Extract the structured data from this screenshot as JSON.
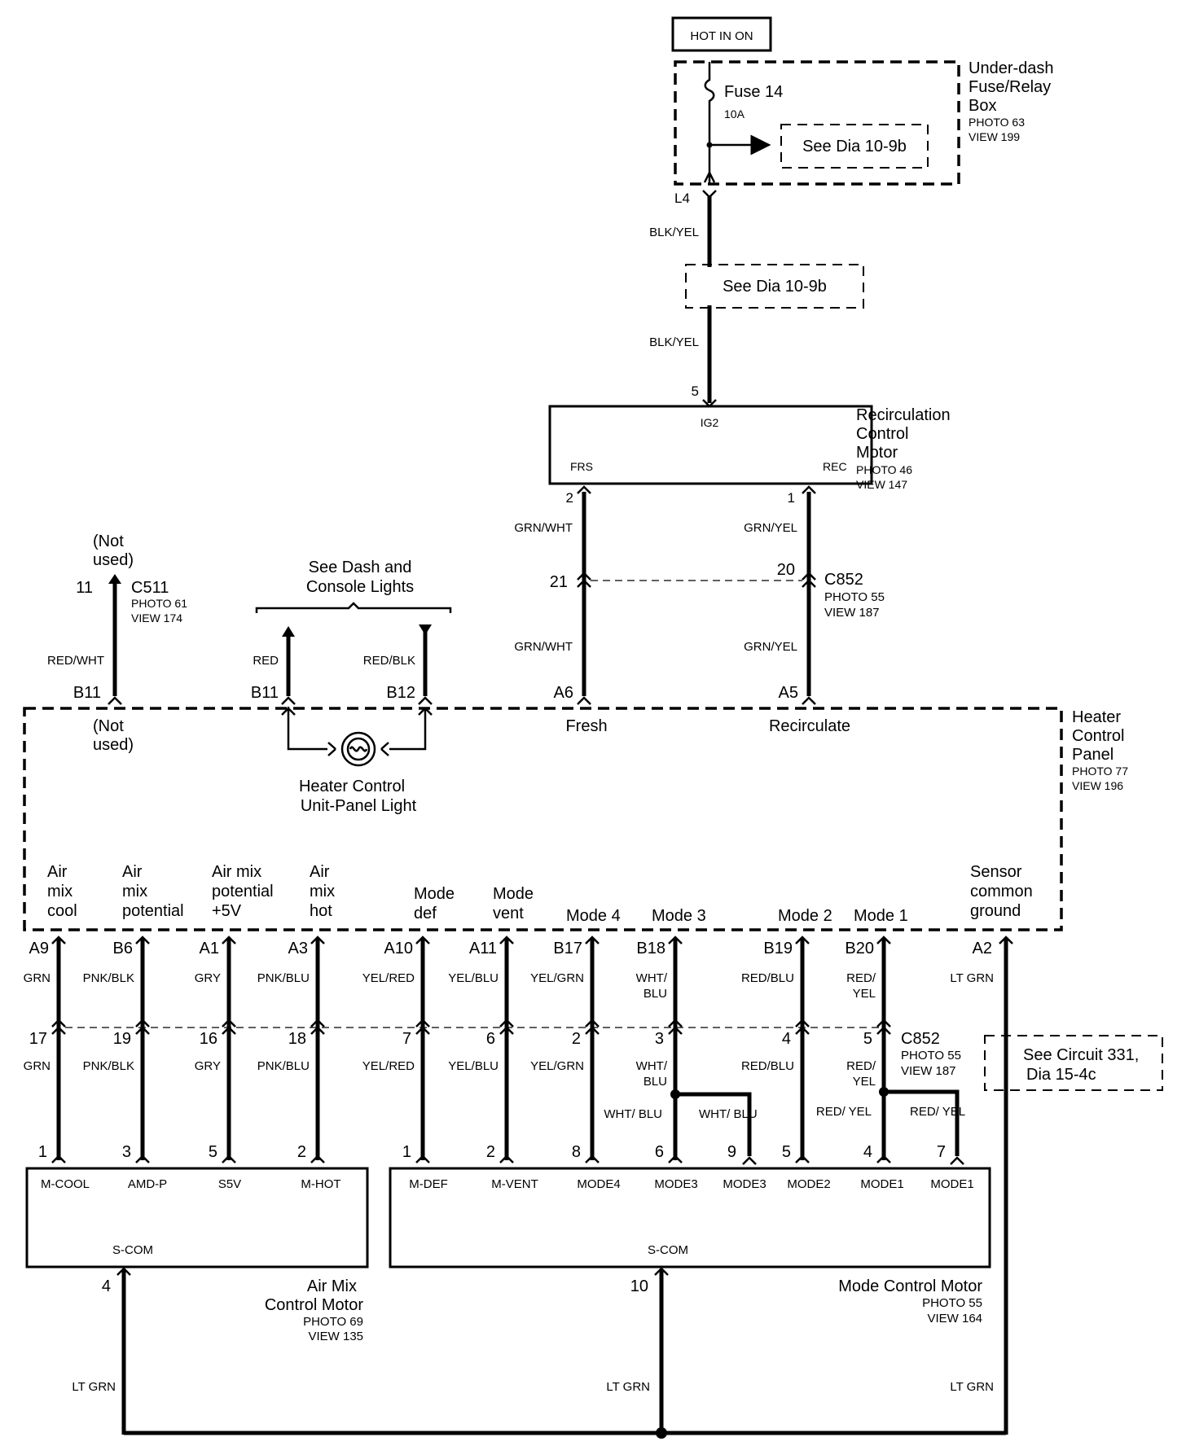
{
  "power": {
    "hot_label": "HOT IN ON"
  },
  "fuse_box": {
    "name_l1": "Under-dash",
    "name_l2": "Fuse/Relay",
    "name_l3": "Box",
    "photo": "PHOTO 63",
    "view": "VIEW 199",
    "fuse": "Fuse 14",
    "rating": "10A",
    "see_ref": "See Dia 10-9b",
    "pin": "L4"
  },
  "feed_wire": {
    "color_top": "BLK/YEL",
    "see_ref": "See Dia 10-9b",
    "color_bottom": "BLK/YEL"
  },
  "recirc_motor": {
    "name_l1": "Recirculation",
    "name_l2": "Control",
    "name_l3": "Motor",
    "photo": "PHOTO 46",
    "view": "VIEW 147",
    "pin_top": "5",
    "term_top": "IG2",
    "term_frs": "FRS",
    "term_rec": "REC",
    "pin_frs": "2",
    "pin_rec": "1"
  },
  "recirc_wires": {
    "left_top": "GRN/WHT",
    "right_top": "GRN/YEL",
    "left_pin": "21",
    "right_pin": "20",
    "connector": "C852",
    "photo": "PHOTO 55",
    "view": "VIEW 187",
    "left_bottom": "GRN/WHT",
    "right_bottom": "GRN/YEL",
    "left_panel_pin": "A6",
    "right_panel_pin": "A5"
  },
  "c511": {
    "not_used_l1": "(Not",
    "not_used_l2": "used)",
    "pin": "11",
    "connector": "C511",
    "photo": "PHOTO 61",
    "view": "VIEW 174",
    "wire": "RED/WHT",
    "panel_pin": "B11"
  },
  "dash_lights": {
    "see_l1": "See Dash and",
    "see_l2": "Console Lights",
    "wire_left": "RED",
    "wire_right": "RED/BLK",
    "pin_left": "B11",
    "pin_right": "B12"
  },
  "heater_panel": {
    "name_l1": "Heater",
    "name_l2": "Control",
    "name_l3": "Panel",
    "photo": "PHOTO 77",
    "view": "VIEW 196",
    "not_used_l1": "(Not",
    "not_used_l2": "used)",
    "fresh": "Fresh",
    "recirculate": "Recirculate",
    "light_l1": "Heater Control",
    "light_l2": "Unit-Panel Light",
    "functions": [
      {
        "lines": [
          "Air",
          "mix",
          "cool"
        ]
      },
      {
        "lines": [
          "Air",
          "mix",
          "potential"
        ]
      },
      {
        "lines": [
          "Air mix",
          "potential",
          "+5V"
        ]
      },
      {
        "lines": [
          "Air",
          "mix",
          "hot"
        ]
      },
      {
        "lines": [
          "Mode",
          "def"
        ]
      },
      {
        "lines": [
          "Mode",
          "vent"
        ]
      },
      {
        "lines": [
          "Mode 4"
        ]
      },
      {
        "lines": [
          "Mode 3"
        ]
      },
      {
        "lines": [
          "Mode 2"
        ]
      },
      {
        "lines": [
          "Mode 1"
        ]
      },
      {
        "lines": [
          "Sensor",
          "common",
          "ground"
        ]
      }
    ]
  },
  "bottom_wires": [
    {
      "panel_pin": "A9",
      "color_top": "GRN",
      "c852_pin": "17",
      "color_bottom": "GRN",
      "motor_pin": "1"
    },
    {
      "panel_pin": "B6",
      "color_top": "PNK/BLK",
      "c852_pin": "19",
      "color_bottom": "PNK/BLK",
      "motor_pin": "3"
    },
    {
      "panel_pin": "A1",
      "color_top": "GRY",
      "c852_pin": "16",
      "color_bottom": "GRY",
      "motor_pin": "5"
    },
    {
      "panel_pin": "A3",
      "color_top": "PNK/BLU",
      "c852_pin": "18",
      "color_bottom": "PNK/BLU",
      "motor_pin": "2"
    },
    {
      "panel_pin": "A10",
      "color_top": "YEL/RED",
      "c852_pin": "7",
      "color_bottom": "YEL/RED",
      "motor_pin": "1"
    },
    {
      "panel_pin": "A11",
      "color_top": "YEL/BLU",
      "c852_pin": "6",
      "color_bottom": "YEL/BLU",
      "motor_pin": "2"
    },
    {
      "panel_pin": "B17",
      "color_top": "YEL/GRN",
      "c852_pin": "2",
      "color_bottom": "YEL/GRN",
      "motor_pin": "8"
    },
    {
      "panel_pin": "B18",
      "color_top": "WHT/ BLU",
      "c852_pin": "3",
      "color_bottom": "WHT/ BLU",
      "motor_pin": "6"
    },
    {
      "panel_pin": "B19",
      "color_top": "RED/BLU",
      "c852_pin": "4",
      "color_bottom": "RED/BLU",
      "motor_pin": "5"
    },
    {
      "panel_pin": "B20",
      "color_top": "RED/ YEL",
      "c852_pin": "5",
      "color_bottom": "RED/ YEL",
      "motor_pin": "4"
    }
  ],
  "mode3_branch": {
    "wire_a": "WHT/ BLU",
    "wire_b": "WHT/ BLU",
    "pin_b": "9"
  },
  "mode1_branch": {
    "wire_a": "RED/ YEL",
    "wire_b": "RED/ YEL",
    "pin_b": "7"
  },
  "ground_wire": {
    "panel_pin": "A2",
    "color": "LT GRN",
    "see_l1": "See Circuit 331,",
    "see_l2": "Dia 15-4c",
    "bottom_left": "LT GRN",
    "bottom_mid": "LT GRN",
    "bottom_right": "LT GRN"
  },
  "c852_bottom": {
    "connector": "C852",
    "photo": "PHOTO 55",
    "view": "VIEW 187"
  },
  "air_mix_motor": {
    "terms": [
      "M-COOL",
      "AMD-P",
      "S5V",
      "M-HOT"
    ],
    "scom": "S-COM",
    "scom_pin": "4",
    "name_l1": "Air Mix",
    "name_l2": "Control Motor",
    "photo": "PHOTO 69",
    "view": "VIEW 135"
  },
  "mode_motor": {
    "terms": [
      "M-DEF",
      "M-VENT",
      "MODE4",
      "MODE3",
      "MODE3",
      "MODE2",
      "MODE1",
      "MODE1"
    ],
    "scom": "S-COM",
    "scom_pin": "10",
    "name": "Mode Control Motor",
    "photo": "PHOTO 55",
    "view": "VIEW 164"
  }
}
